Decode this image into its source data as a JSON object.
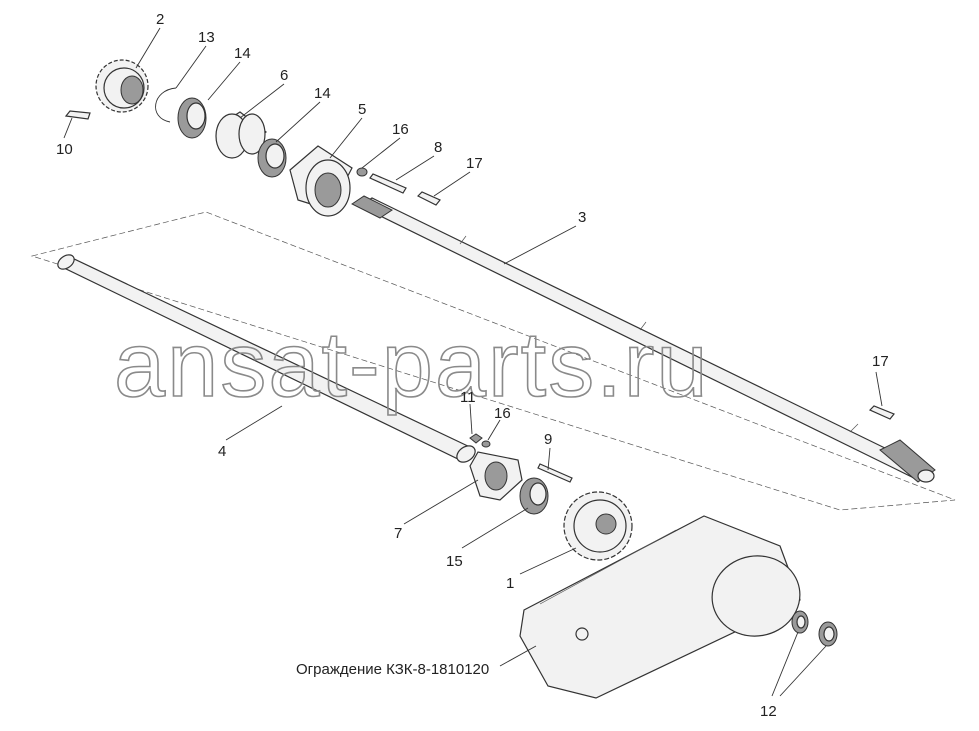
{
  "watermark": "ansat-parts.ru",
  "caption": "Ограждение КЗК-8-1810120",
  "callouts": {
    "c1": "1",
    "c2": "2",
    "c3": "3",
    "c4": "4",
    "c5": "5",
    "c6": "6",
    "c7": "7",
    "c8": "8",
    "c9": "9",
    "c10": "10",
    "c11": "11",
    "c12": "12",
    "c13": "13",
    "c14a": "14",
    "c14b": "14",
    "c15": "15",
    "c16a": "16",
    "c16b": "16",
    "c17a": "17",
    "c17b": "17"
  }
}
